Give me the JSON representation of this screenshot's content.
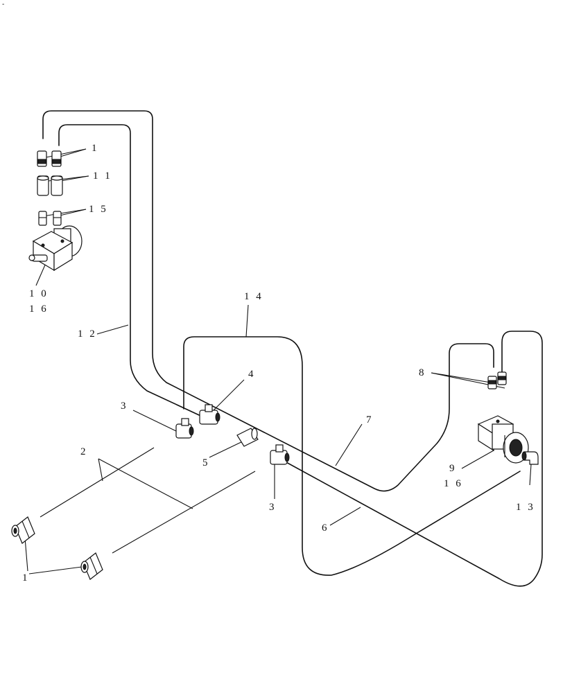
{
  "corner_mark": "-",
  "callouts": {
    "c1_top": "1",
    "c11": "1 1",
    "c15": "1 5",
    "c10": "1 0",
    "c16_left": "1 6",
    "c12": "1 2",
    "c14": "1 4",
    "c3_left": "3",
    "c4": "4",
    "c2": "2",
    "c5": "5",
    "c3_mid": "3",
    "c7": "7",
    "c8": "8",
    "c9": "9",
    "c16_right": "1 6",
    "c13": "1 3",
    "c6": "6",
    "c1_bottom": "1"
  }
}
